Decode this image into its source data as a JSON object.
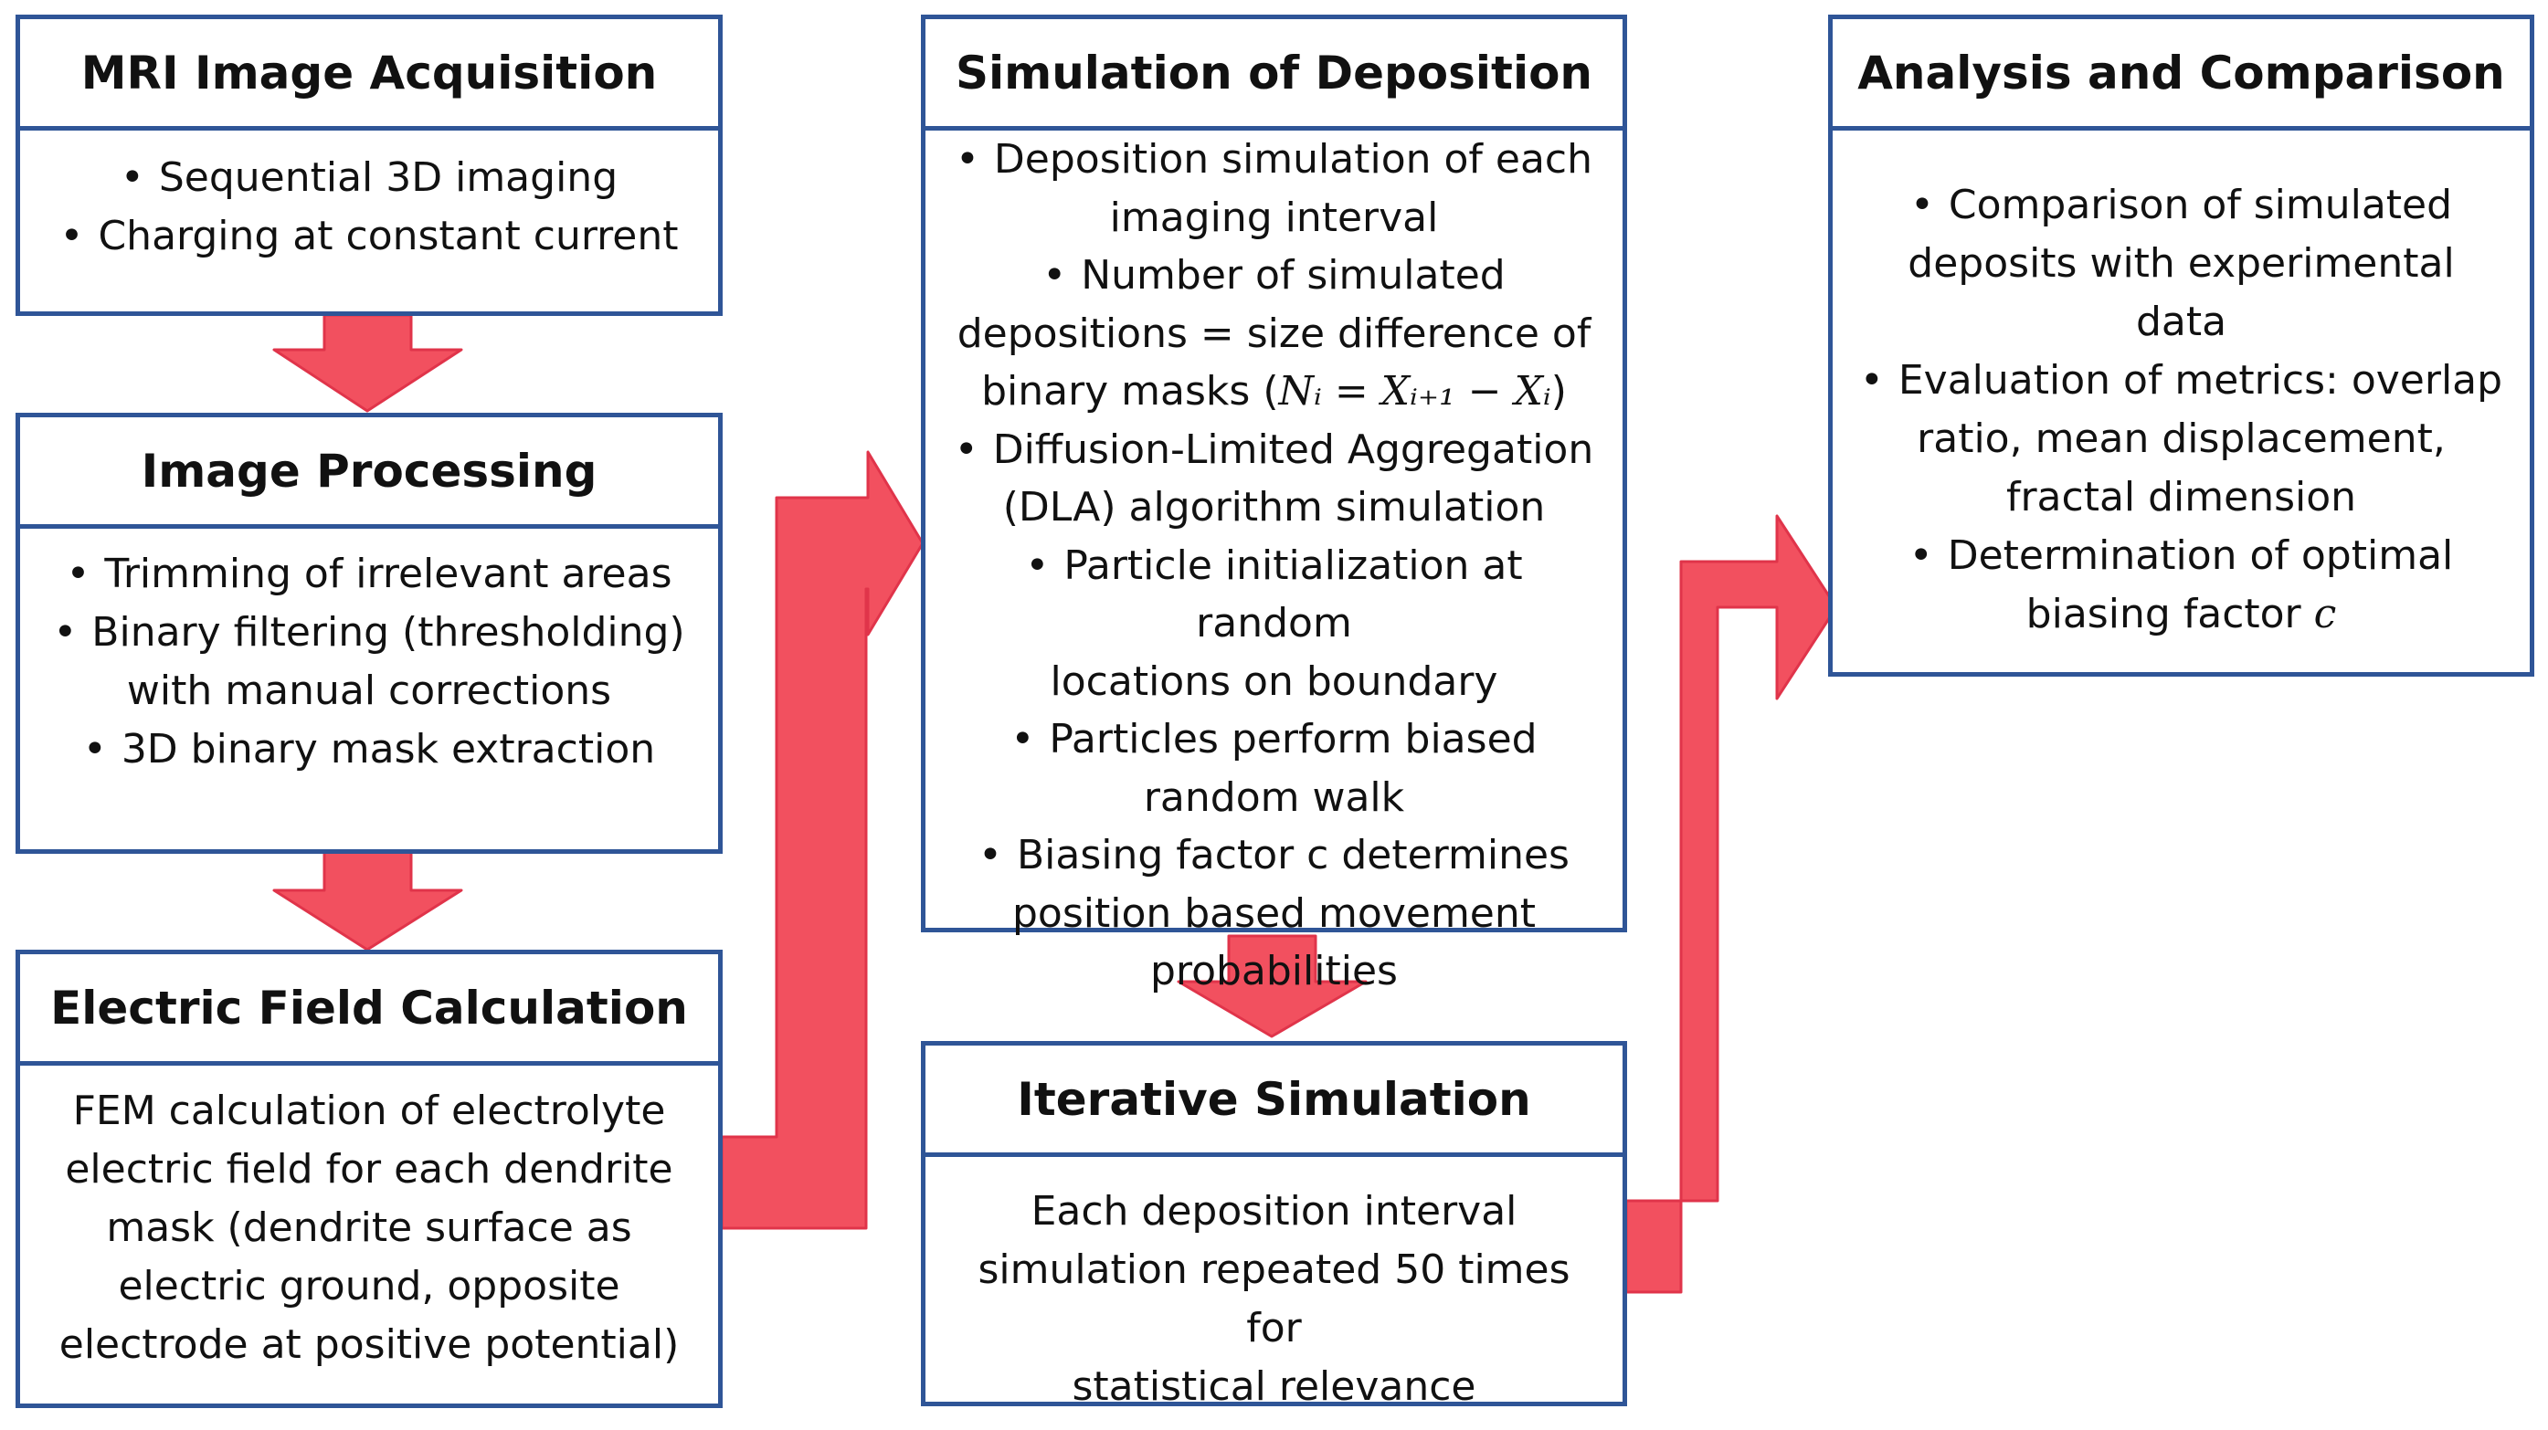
{
  "colors": {
    "box_border": "#2f5597",
    "arrow_fill": "#f2505f",
    "arrow_stroke": "#e0344a"
  },
  "boxes": {
    "mri": {
      "title": "MRI Image Acquisition",
      "bullets": [
        "Sequential 3D imaging",
        "Charging at constant current"
      ]
    },
    "image_processing": {
      "title": "Image Processing",
      "bullets": [
        "Trimming of irrelevant areas",
        "Binary filtering (thresholding)",
        "3D binary mask extraction"
      ],
      "bullet_1_cont": "with manual corrections"
    },
    "electric_field": {
      "title": "Electric Field Calculation",
      "lines": [
        "FEM calculation of electrolyte",
        "electric field for each dendrite",
        "mask (dendrite surface as",
        "electric ground, opposite",
        "electrode at positive potential)"
      ]
    },
    "simulation": {
      "title": "Simulation of Deposition",
      "b0": "Deposition simulation of each",
      "b0c": "imaging interval",
      "b1": "Number of simulated",
      "b1c1": "depositions = size difference  of",
      "b1c2": "binary masks (",
      "b1_formula": "Nᵢ = Xᵢ₊₁ − Xᵢ",
      "b1c2_end": ")",
      "b2": "Diffusion-Limited Aggregation",
      "b2c": "(DLA) algorithm simulation",
      "b3": "Particle initialization at random",
      "b3c": "locations on boundary",
      "b4": "Particles perform  biased",
      "b4c": "random walk",
      "b5": "Biasing factor c determines",
      "b5c1": "position based movement",
      "b5c2": "probabilities"
    },
    "iterative": {
      "title": "Iterative Simulation",
      "lines": [
        "Each deposition  interval",
        "simulation repeated  50 times for",
        "statistical relevance"
      ]
    },
    "analysis": {
      "title": "Analysis and Comparison",
      "b0": "Comparison of simulated",
      "b0c1": "deposits  with experimental",
      "b0c2": "data",
      "b1": "Evaluation of metrics: overlap",
      "b1c1": "ratio, mean displacement,",
      "b1c2": "fractal dimension",
      "b2": "Determination  of optimal",
      "b2c": "biasing factor",
      "b2_var": "c"
    }
  }
}
